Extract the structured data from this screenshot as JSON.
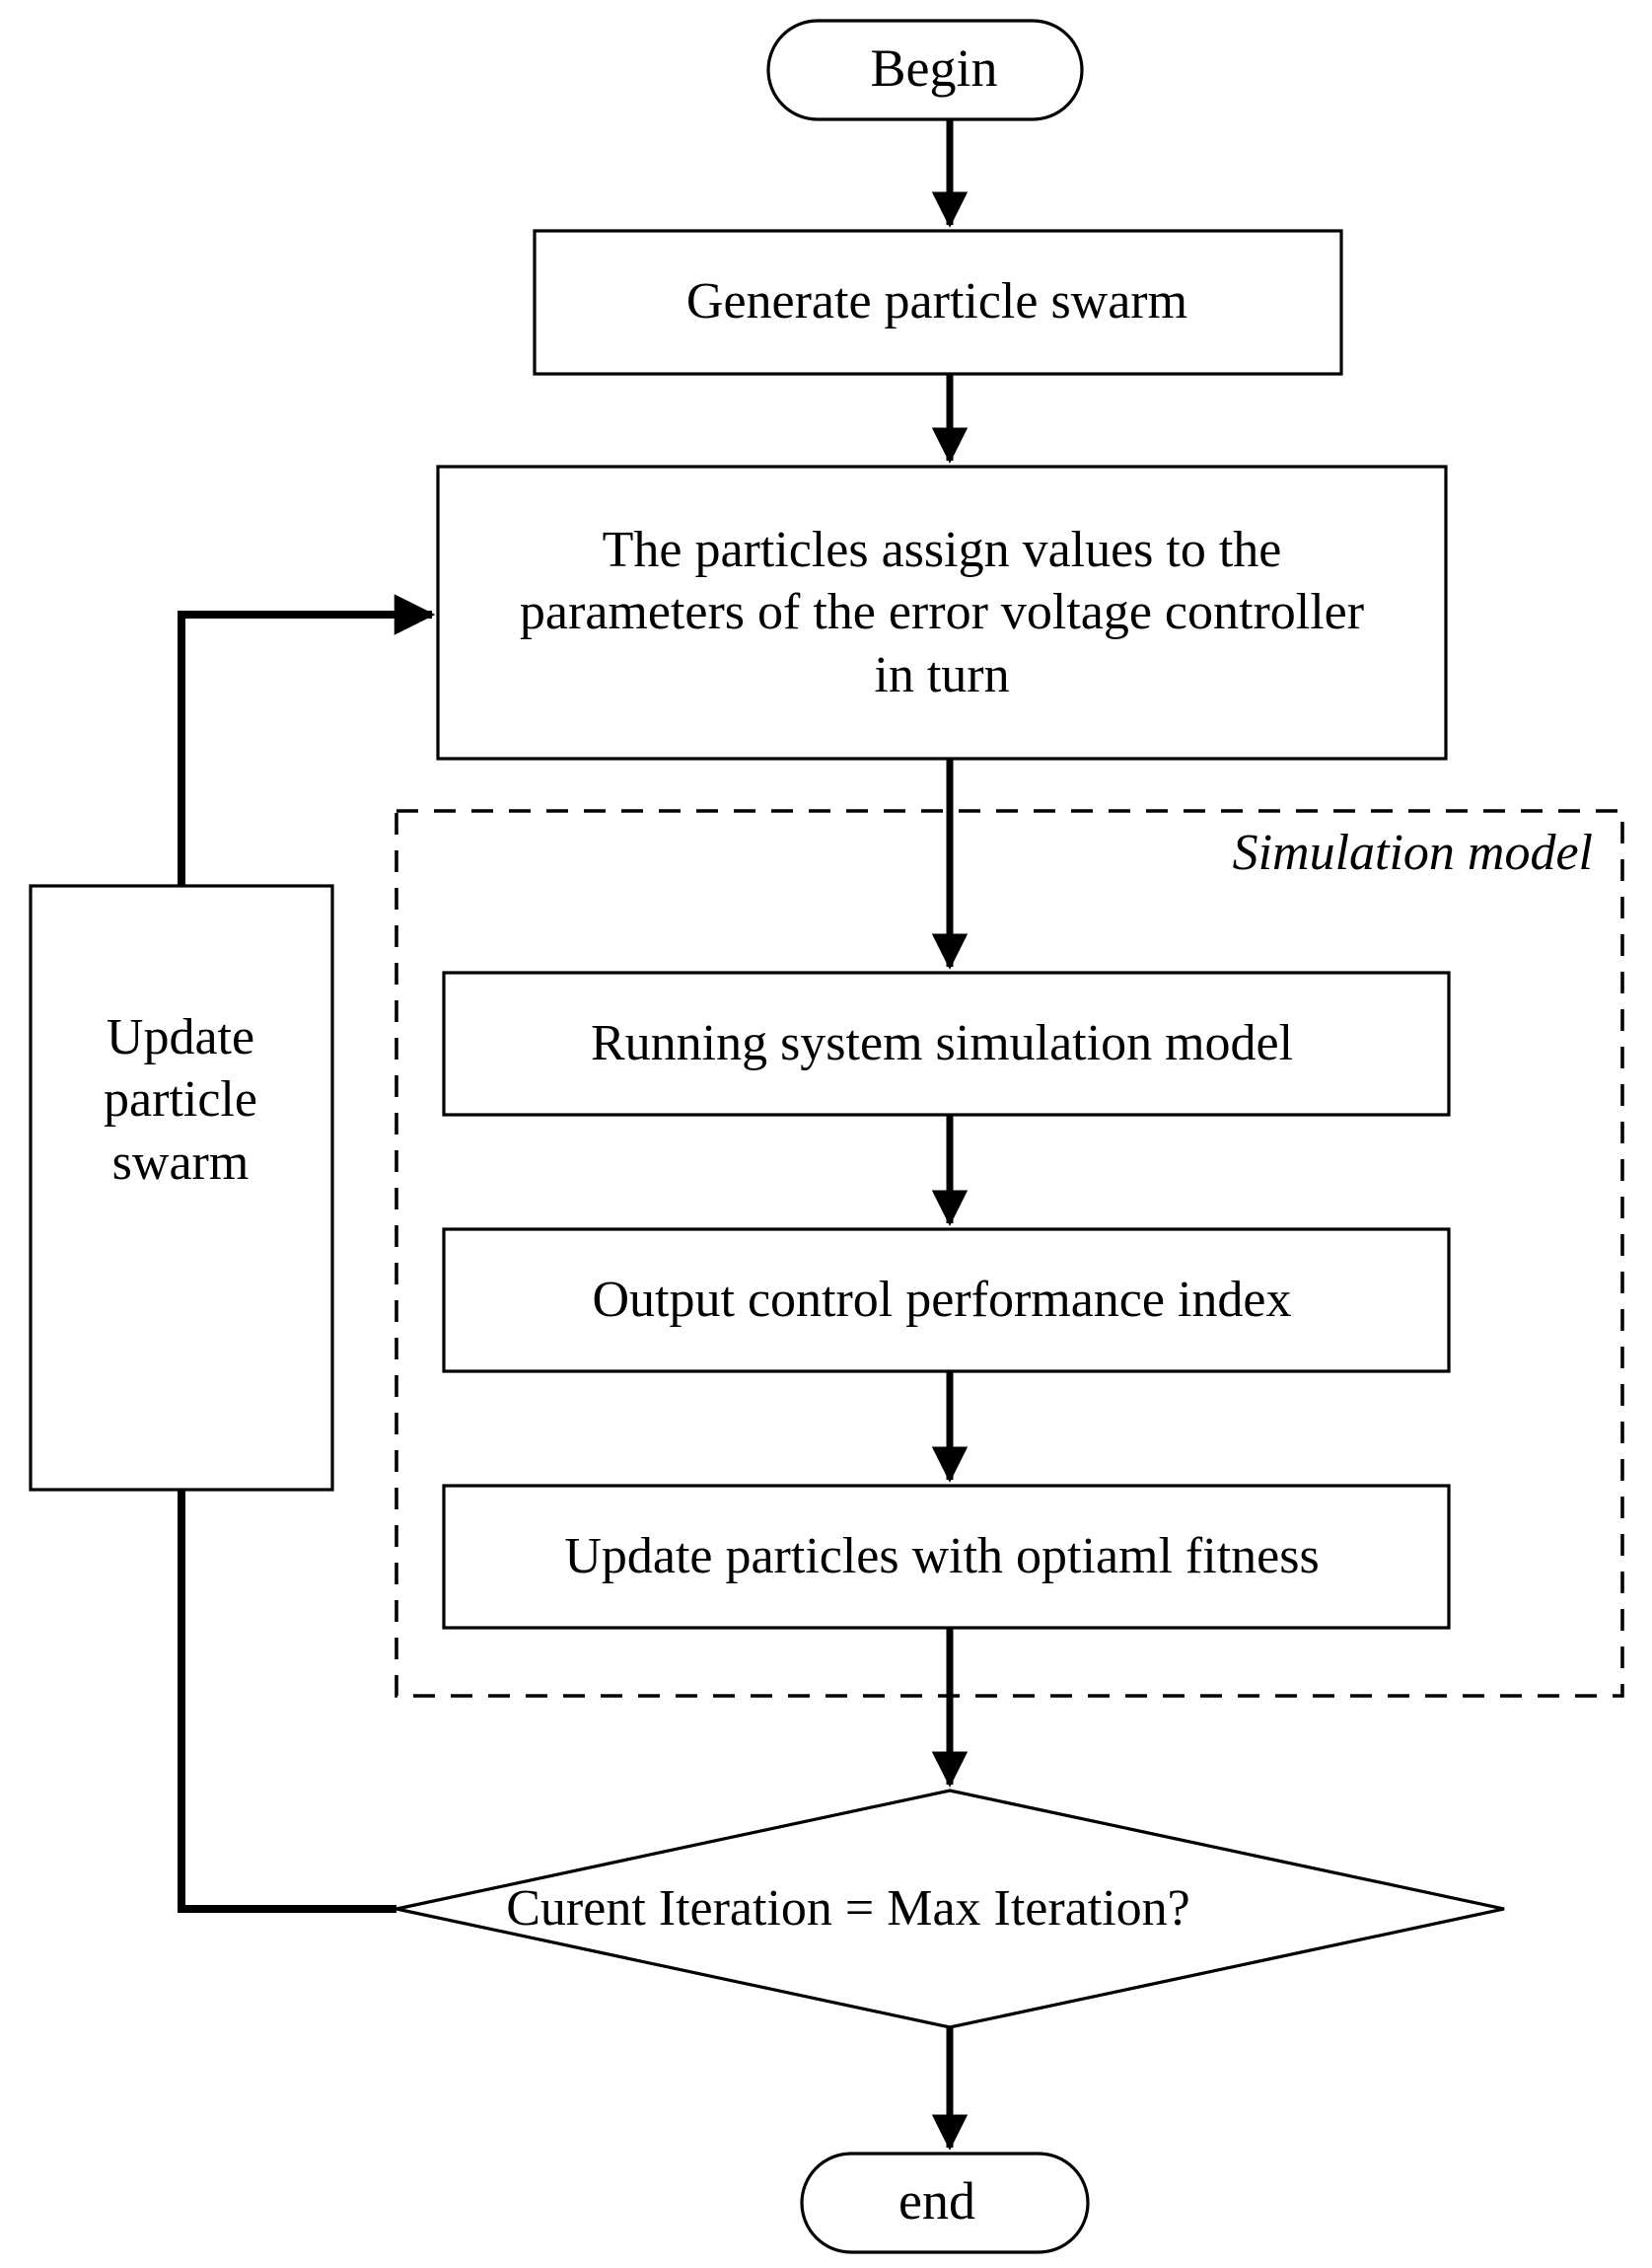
{
  "diagram": {
    "title": "Particle swarm optimization flowchart",
    "type": "flowchart",
    "stroke_color": "#000000",
    "background_color": "#ffffff",
    "group_label": "Simulation model",
    "group_border_style": "dashed"
  },
  "nodes": {
    "begin": {
      "label": "Begin",
      "shape": "rounded-terminator"
    },
    "generate": {
      "label": "Generate particle swarm",
      "shape": "rectangle"
    },
    "assign": {
      "label": "The particles assign values to the\nparameters of the error voltage controller\nin turn",
      "shape": "rectangle"
    },
    "running": {
      "label": "Running system simulation model",
      "shape": "rectangle"
    },
    "output": {
      "label": "Output control performance index",
      "shape": "rectangle"
    },
    "update_fitness": {
      "label": "Update particles with optiaml fitness",
      "shape": "rectangle"
    },
    "decision": {
      "label": "Curent Iteration = Max Iteration?",
      "shape": "diamond"
    },
    "end": {
      "label": "end",
      "shape": "rounded-terminator"
    },
    "update_swarm": {
      "label": "Update\nparticle\nswarm",
      "shape": "rectangle"
    }
  },
  "edges": [
    {
      "from": "begin",
      "to": "generate",
      "label": ""
    },
    {
      "from": "generate",
      "to": "assign",
      "label": ""
    },
    {
      "from": "assign",
      "to": "running",
      "label": ""
    },
    {
      "from": "running",
      "to": "output",
      "label": ""
    },
    {
      "from": "output",
      "to": "update_fitness",
      "label": ""
    },
    {
      "from": "update_fitness",
      "to": "decision",
      "label": ""
    },
    {
      "from": "decision",
      "to": "end",
      "label": ""
    },
    {
      "from": "decision",
      "to": "update_swarm",
      "label": ""
    },
    {
      "from": "update_swarm",
      "to": "assign",
      "label": ""
    }
  ]
}
